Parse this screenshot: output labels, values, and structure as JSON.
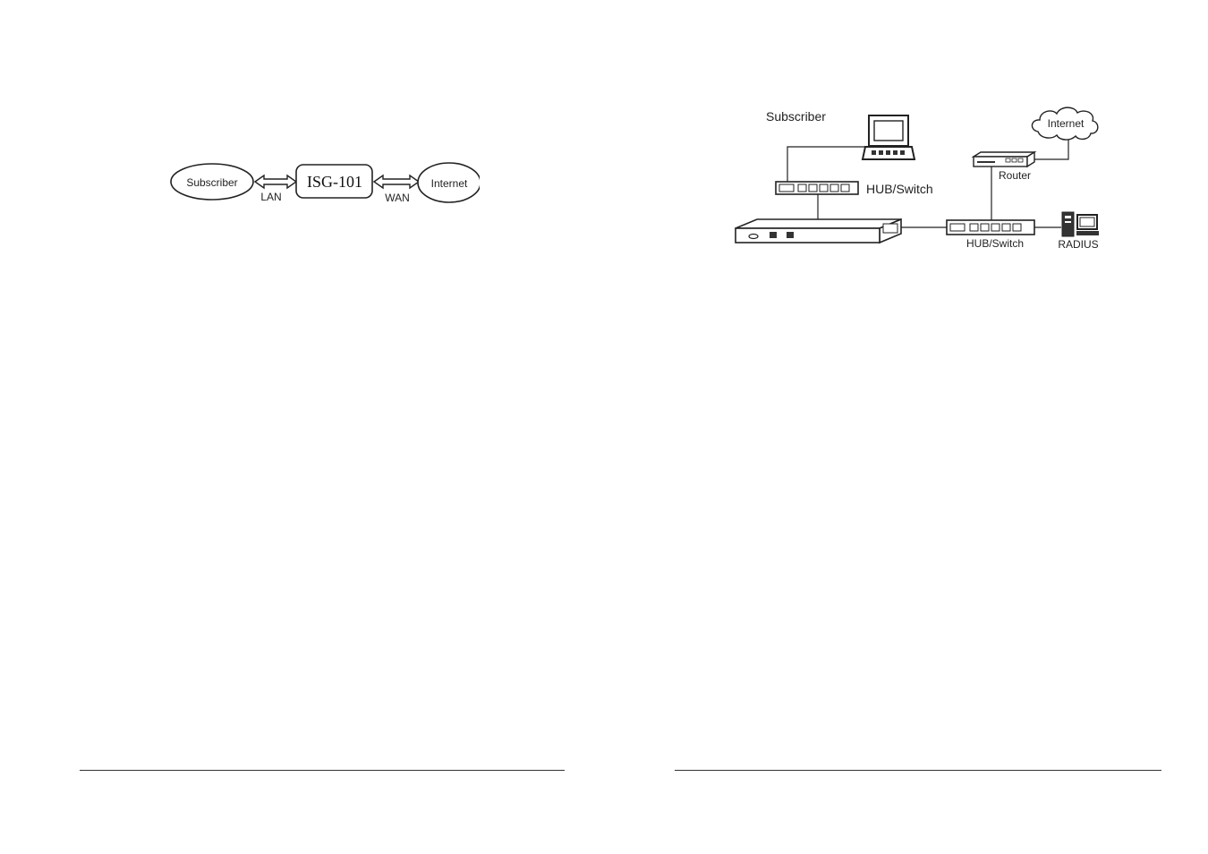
{
  "left_diagram": {
    "subscriber": "Subscriber",
    "device": "ISG-101",
    "internet": "Internet",
    "lan": "LAN",
    "wan": "WAN"
  },
  "right_diagram": {
    "subscriber": "Subscriber",
    "hub_switch_top": "HUB/Switch",
    "internet": "Internet",
    "router": "Router",
    "hub_switch_bottom": "HUB/Switch",
    "radius": "RADIUS"
  },
  "colors": {
    "line": "#222222",
    "device_fill": "#e8e8e8",
    "dark": "#333333"
  }
}
